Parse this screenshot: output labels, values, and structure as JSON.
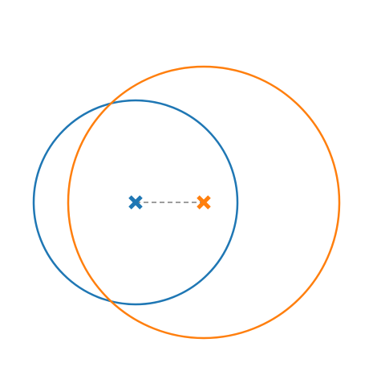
{
  "diagram": {
    "background": "#ffffff",
    "circles": [
      {
        "name": "blue",
        "color": "#1f77b4"
      },
      {
        "name": "orange",
        "color": "#ff7f0e"
      }
    ],
    "centers": [
      {
        "name": "blue",
        "color": "#1f77b4",
        "marker": "x-icon"
      },
      {
        "name": "orange",
        "color": "#ff7f0e",
        "marker": "x-icon"
      }
    ],
    "connector": {
      "style": "dashed",
      "color": "#7f7f7f"
    }
  }
}
